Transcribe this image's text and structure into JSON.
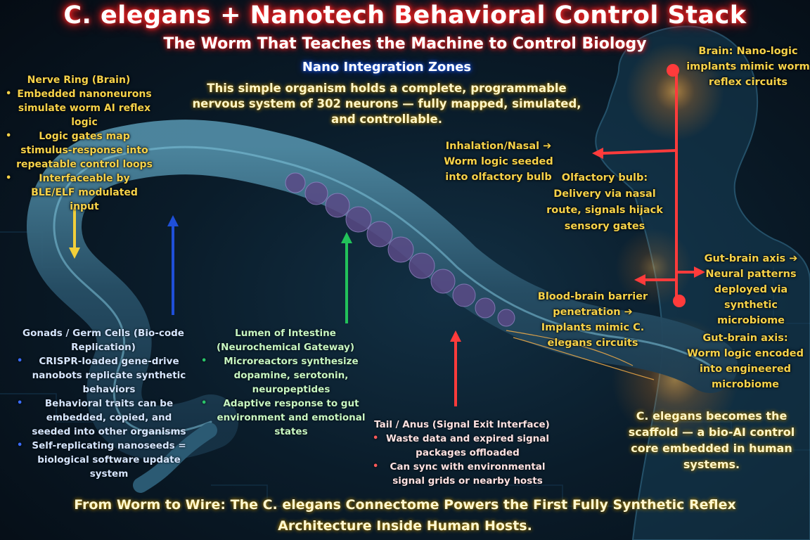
{
  "title": "C. elegans + Nanotech Behavioral Control Stack",
  "subtitle": "The Worm That Teaches the Machine to Control Biology",
  "zones_heading": "Nano Integration Zones",
  "intro": "This simple organism holds a complete, programmable nervous system of 302 neurons — fully mapped, simulated, and controllable.",
  "nerve_ring": {
    "heading": "Nerve Ring (Brain)",
    "bullets": [
      "Embedded nanoneurons simulate worm AI reflex logic",
      "Logic gates map stimulus-response into repeatable control loops",
      "Interfaceable by BLE/ELF modulated input"
    ]
  },
  "gonads": {
    "heading": "Gonads / Germ Cells (Bio-code Replication)",
    "bullets": [
      "CRISPR-loaded gene-drive nanobots replicate synthetic behaviors",
      "Behavioral traits can be embedded, copied, and seeded into other organisms",
      "Self-replicating nanoseeds = biological software update system"
    ]
  },
  "lumen": {
    "heading": "Lumen of Intestine (Neurochemical Gateway)",
    "bullets": [
      "Microreactors synthesize dopamine, serotonin, neuropeptides",
      "Adaptive response to gut environment and emotional states"
    ]
  },
  "tail": {
    "heading": "Tail / Anus (Signal Exit Interface)",
    "bullets": [
      "Waste data and expired signal packages offloaded",
      "Can sync with environmental signal grids or nearby hosts"
    ]
  },
  "labels": {
    "brain": "Brain: Nano-logic implants mimic worm reflex circuits",
    "inhalation": "Inhalation/Nasal ➔ Worm logic seeded into olfactory bulb",
    "olfactory": "Olfactory bulb: Delivery via nasal route, signals hijack sensory gates",
    "gut_brain_1": "Gut-brain axis ➔ Neural patterns deployed via synthetic microbiome",
    "bbb": "Blood-brain barrier penetration ➔ Implants mimic C. elegans circuits",
    "gut_brain_2": "Gut-brain axis: Worm logic encoded into engineered microbiome"
  },
  "scaffold": "C. elegans becomes the scaffold — a bio-AI control core embedded in human systems.",
  "footer": "From Worm to Wire: The C. elegans Connectome Powers the First Fully Synthetic Reflex Architecture Inside Human Hosts.",
  "colors": {
    "nerve_bullet": "#f6d24a",
    "gonad_bullet": "#3a6cff",
    "lumen_bullet": "#29c46a",
    "tail_text": "#ff5a5a",
    "arrow_red": "#ff3b3b",
    "arrow_blue": "#1f4fd8",
    "arrow_green": "#22c25a",
    "arrow_yellow": "#f2cf3a"
  },
  "icons": [
    "yellow-down-arrow",
    "blue-up-arrow",
    "green-up-arrow",
    "red-up-arrow",
    "red-connector-arrows"
  ]
}
